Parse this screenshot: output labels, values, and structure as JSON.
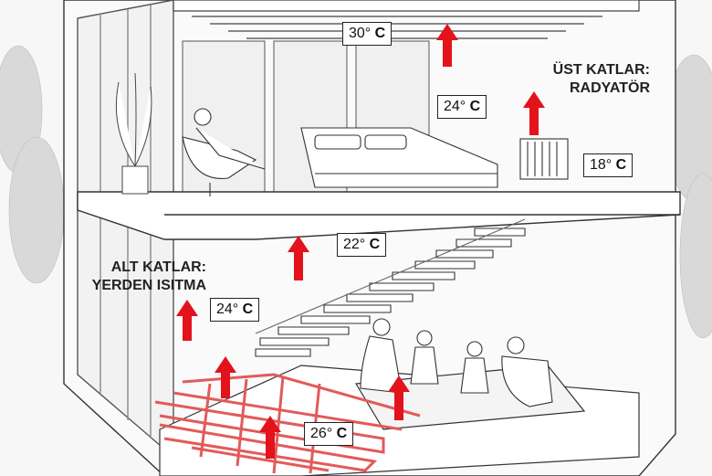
{
  "captions": {
    "upper_line1": "ÜST KATLAR:",
    "upper_line2": "RADYATÖR",
    "lower_line1": "ALT KATLAR:",
    "lower_line2": "YERDEN ISITMA"
  },
  "temperatures": {
    "upper_ceiling": {
      "value": "30°",
      "unit": "C"
    },
    "upper_mid": {
      "value": "24°",
      "unit": "C"
    },
    "upper_radiator": {
      "value": "18°",
      "unit": "C"
    },
    "lower_upper": {
      "value": "22°",
      "unit": "C"
    },
    "lower_mid": {
      "value": "24°",
      "unit": "C"
    },
    "lower_floor": {
      "value": "26°",
      "unit": "C"
    }
  },
  "colors": {
    "arrow": "#e3121b",
    "pipe": "#e35a5a",
    "line": "#333333"
  }
}
